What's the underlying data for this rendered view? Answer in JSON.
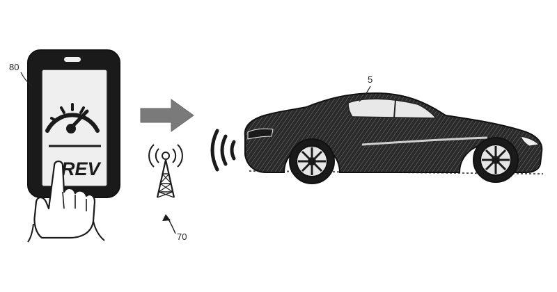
{
  "figure": {
    "phone": {
      "ref": "80",
      "button_label": "REV"
    },
    "tower": {
      "ref": "70"
    },
    "car": {
      "ref": "5"
    }
  },
  "colors": {
    "ink": "#1a1a1a",
    "screen": "#efefef",
    "arrow": "#7a7a7a",
    "hatch": "#555555",
    "background": "#ffffff"
  }
}
